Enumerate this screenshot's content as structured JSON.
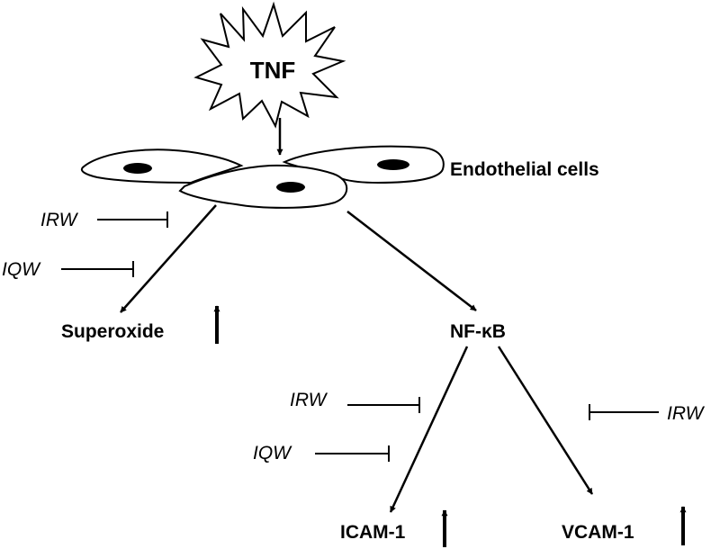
{
  "diagram": {
    "stimulus": "TNF",
    "cells_label": "Endothelial cells",
    "outcome_superoxide": "Superoxide",
    "outcome_nfkb": "NF-κB",
    "outcome_icam": "ICAM-1",
    "outcome_vcam": "VCAM-1",
    "inhibitors": {
      "irw_superoxide": "IRW",
      "iqw_superoxide": "IQW",
      "irw_icam": "IRW",
      "iqw_icam": "IQW",
      "irw_vcam": "IRW"
    },
    "ink_color": "#000000",
    "background_color": "#ffffff"
  }
}
